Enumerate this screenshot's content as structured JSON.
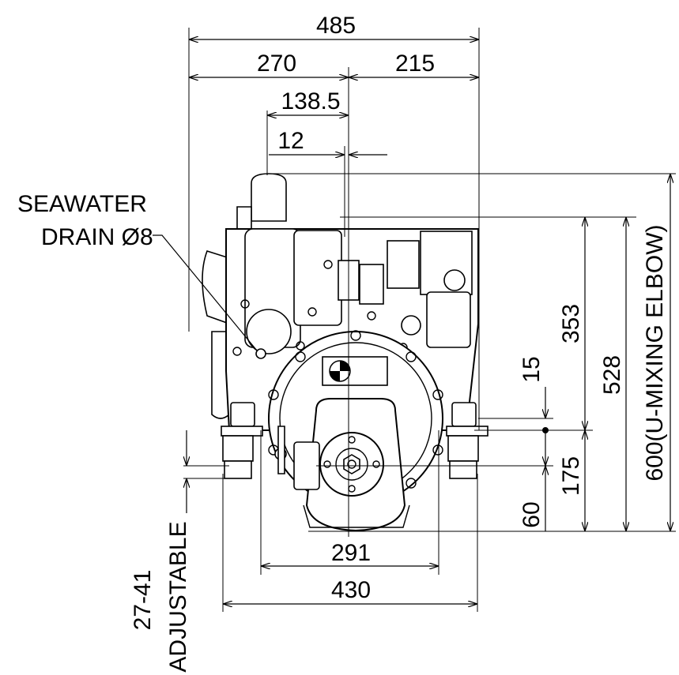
{
  "labels": {
    "seawater_line1": "SEAWATER",
    "seawater_line2": "DRAIN Ø8",
    "adjustable_line1": "27-41",
    "adjustable_line2": "ADJUSTABLE"
  },
  "dimensions": {
    "overall_width": "485",
    "left_half": "270",
    "right_half": "215",
    "offset_138": "138.5",
    "offset_12": "12",
    "mount_spacing": "291",
    "base_width": "430",
    "height_15": "15",
    "height_353": "353",
    "height_528": "528",
    "height_600": "600(U-MIXING ELBOW)",
    "height_175": "175",
    "height_60": "60"
  }
}
